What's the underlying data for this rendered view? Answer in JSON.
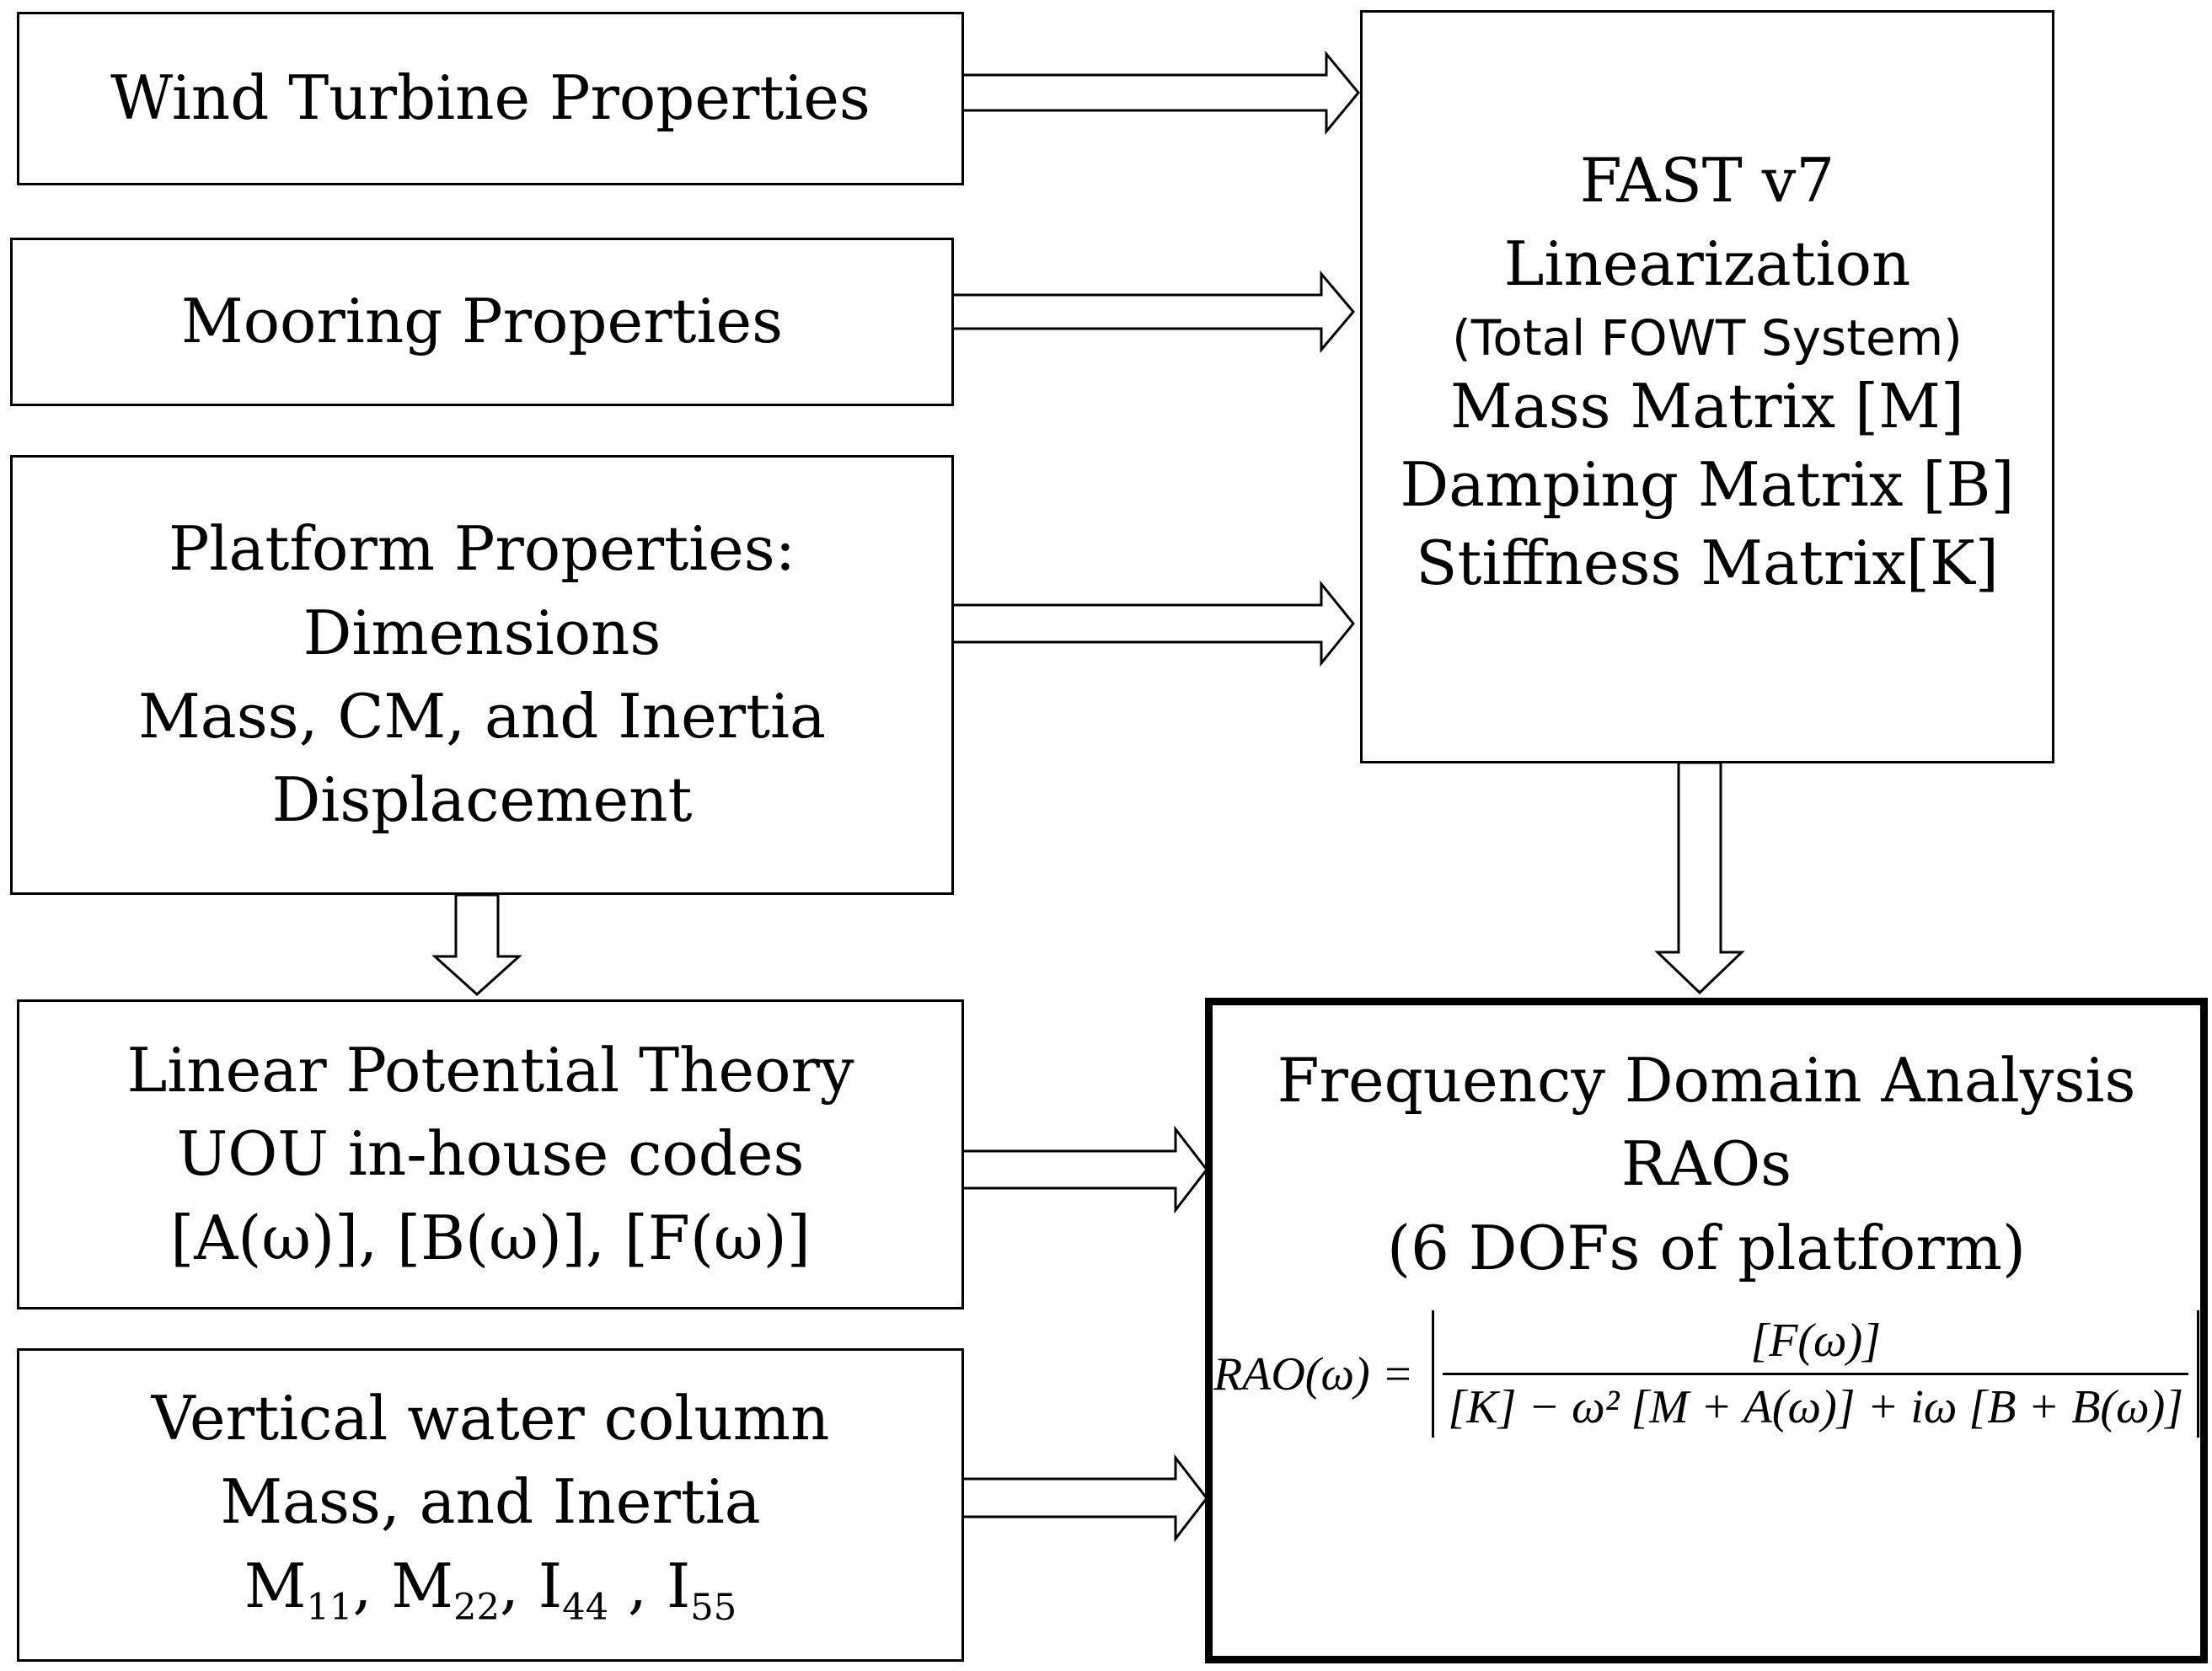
{
  "inputs": {
    "wind_turbine": "Wind Turbine Properties",
    "mooring": "Mooring Properties",
    "platform": {
      "line1": "Platform Properties:",
      "line2": "Dimensions",
      "line3": "Mass, CM, and Inertia",
      "line4": "Displacement"
    },
    "potential_theory": {
      "line1": "Linear Potential Theory",
      "line2": "UOU in-house codes",
      "line3": "[A(ω)], [B(ω)], [F(ω)]"
    },
    "water_column": {
      "line1": "Vertical water column",
      "line2": "Mass, and Inertia",
      "m11": "M",
      "m11_sub": "11",
      "sep1": ", ",
      "m22": "M",
      "m22_sub": "22",
      "sep2": ", ",
      "i44": "I",
      "i44_sub": "44",
      "sep3": " , ",
      "i55": "I",
      "i55_sub": "55"
    }
  },
  "fast": {
    "line1": "FAST v7",
    "line2": "Linearization",
    "line3": "(Total FOWT System)",
    "line4": "Mass Matrix  [M]",
    "line5": "Damping Matrix [B]",
    "line6": "Stiffness Matrix[K]"
  },
  "fda": {
    "line1": "Frequency Domain Analysis",
    "line2": "RAOs",
    "line3": "(6 DOFs of platform)",
    "equation": {
      "lhs": "RAO(ω) =",
      "numerator": "[F(ω)]",
      "denominator": "[K] − ω² [M + A(ω)] + iω [B + B(ω)]"
    }
  }
}
